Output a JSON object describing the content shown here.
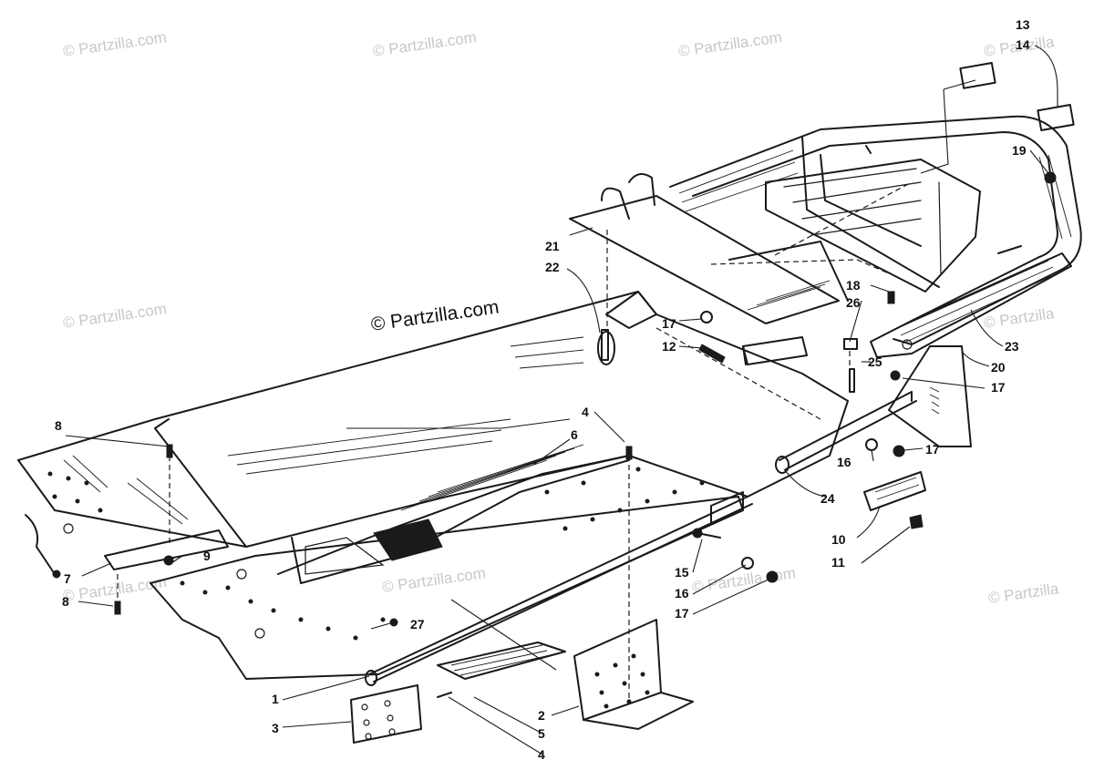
{
  "watermarks": {
    "main": "© Partzilla.com",
    "faint": "© Partzilla.com",
    "faint_short": "© Partzilla"
  },
  "callouts": [
    "1",
    "2",
    "3",
    "4",
    "5",
    "6",
    "7",
    "8",
    "9",
    "10",
    "11",
    "12",
    "13",
    "14",
    "15",
    "16",
    "17",
    "18",
    "19",
    "20",
    "21",
    "22",
    "23",
    "24",
    "25",
    "26",
    "27"
  ],
  "colors": {
    "ink": "#1a1a1a",
    "watermark": "#c8c8c8",
    "background": "#ffffff"
  }
}
